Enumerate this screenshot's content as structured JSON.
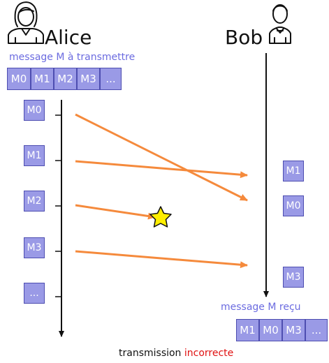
{
  "alice": {
    "name": "Alice",
    "caption": "message M à transmettre",
    "message_blocks": [
      "M0",
      "M1",
      "M2",
      "M3",
      "..."
    ],
    "timeline_blocks": [
      "M0",
      "M1",
      "M2",
      "M3",
      "..."
    ]
  },
  "bob": {
    "name": "Bob",
    "caption": "message M reçu",
    "received_blocks": [
      "M1",
      "M0",
      "M3",
      "..."
    ],
    "timeline_blocks": [
      "M1",
      "M0",
      "M3"
    ]
  },
  "footer": {
    "prefix": "transmission",
    "highlight": "incorrecte"
  },
  "colors": {
    "block_fill": "#9a9ae6",
    "block_border": "#4d4db0",
    "arrow": "#f58a3c",
    "caption": "#6b6be0",
    "star": "#ffee00",
    "error": "#e01010"
  }
}
